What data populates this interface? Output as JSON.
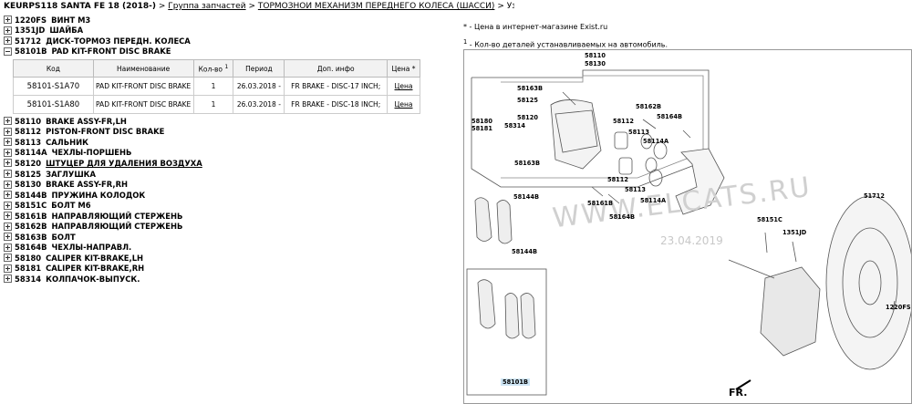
{
  "breadcrumb": {
    "model": "KEURPS118 SANTA FE 18 (2018-)",
    "sep": ">",
    "group": "Группа запчастей",
    "section": "ТОРМОЗНОЙ МЕХАНИЗМ ПЕРЕДНЕГО КОЛЕСА (ШАССИ)",
    "current": "Узел запчастей"
  },
  "tree_top": [
    {
      "code": "1220FS",
      "name": "ВИНТ М3"
    },
    {
      "code": "1351JD",
      "name": "ШАЙБА"
    },
    {
      "code": "51712",
      "name": "ДИСК-ТОРМОЗ ПЕРЕДН. КОЛЕСА"
    },
    {
      "code": "58101B",
      "name": "PAD KIT-FRONT DISC BRAKE"
    }
  ],
  "table": {
    "headers": [
      "Код",
      "Наименование",
      "Кол-во",
      "Период",
      "Доп. инфо",
      "Цена"
    ],
    "qty_sup": "1",
    "price_sup": "*",
    "rows": [
      {
        "code": "58101-S1A70",
        "name": "PAD KIT-FRONT DISC BRAKE",
        "qty": "1",
        "period": "26.03.2018 -",
        "info": "FR BRAKE - DISC-17 INCH;",
        "price": "Цена"
      },
      {
        "code": "58101-S1A80",
        "name": "PAD KIT-FRONT DISC BRAKE",
        "qty": "1",
        "period": "26.03.2018 -",
        "info": "FR BRAKE - DISC-18 INCH;",
        "price": "Цена"
      }
    ]
  },
  "tree_bottom": [
    {
      "code": "58110",
      "name": "BRAKE ASSY-FR,LH",
      "link": false
    },
    {
      "code": "58112",
      "name": "PISTON-FRONT DISC BRAKE",
      "link": false
    },
    {
      "code": "58113",
      "name": "САЛЬНИК",
      "link": false
    },
    {
      "code": "58114A",
      "name": "ЧЕХЛЫ-ПОРШЕНЬ",
      "link": false
    },
    {
      "code": "58120",
      "name": "ШТУЦЕР ДЛЯ УДАЛЕНИЯ ВОЗДУХА",
      "link": true
    },
    {
      "code": "58125",
      "name": "ЗАГЛУШКА",
      "link": false
    },
    {
      "code": "58130",
      "name": "BRAKE ASSY-FR,RH",
      "link": false
    },
    {
      "code": "58144B",
      "name": "ПРУЖИНА КОЛОДОК",
      "link": false
    },
    {
      "code": "58151C",
      "name": "БОЛТ М6",
      "link": false
    },
    {
      "code": "58161B",
      "name": "НАПРАВЛЯЮЩИЙ СТЕРЖЕНЬ",
      "link": false
    },
    {
      "code": "58162B",
      "name": "НАПРАВЛЯЮЩИЙ СТЕРЖЕНЬ",
      "link": false
    },
    {
      "code": "58163B",
      "name": "БОЛТ",
      "link": false
    },
    {
      "code": "58164B",
      "name": "ЧЕХЛЫ-НАПРАВЛ.",
      "link": false
    },
    {
      "code": "58180",
      "name": "CALIPER KIT-BRAKE,LH",
      "link": false
    },
    {
      "code": "58181",
      "name": "CALIPER KIT-BRAKE,RH",
      "link": false
    },
    {
      "code": "58314",
      "name": "КОЛПАЧОК-ВЫПУСК.",
      "link": false
    }
  ],
  "notes": {
    "note1_mark": "*",
    "note1": "- Цена в интернет-магазине Exist.ru",
    "note2_mark": "1",
    "note2": "- Кол-во деталей устанавливаемых на автомобиль."
  },
  "diagram": {
    "labels": {
      "l58110": "58110",
      "l58130": "58130",
      "l58163B_top": "58163B",
      "l58125": "58125",
      "l58120": "58120",
      "l58314": "58314",
      "l58180": "58180",
      "l58181": "58181",
      "l58163B_bot": "58163B",
      "l58112_a": "58112",
      "l58113_a": "58113",
      "l58112_b": "58112",
      "l58113_b": "58113",
      "l58162B": "58162B",
      "l58164B_top": "58164B",
      "l58114A_a": "58114A",
      "l58114A_b": "58114A",
      "l58161B": "58161B",
      "l58164B_bot": "58164B",
      "l58144B_a": "58144B",
      "l58144B_b": "58144B",
      "l58151C": "58151C",
      "l1351JD": "1351JD",
      "l51712": "51712",
      "l1220FS": "1220FS",
      "l58101B": "58101B"
    },
    "watermark": "WWW.ELCATS.RU",
    "watermark_date": "23.04.2019",
    "front_mark": "FR."
  },
  "colors": {
    "link": "#000000",
    "label_highlight": "#cfe6f5"
  }
}
